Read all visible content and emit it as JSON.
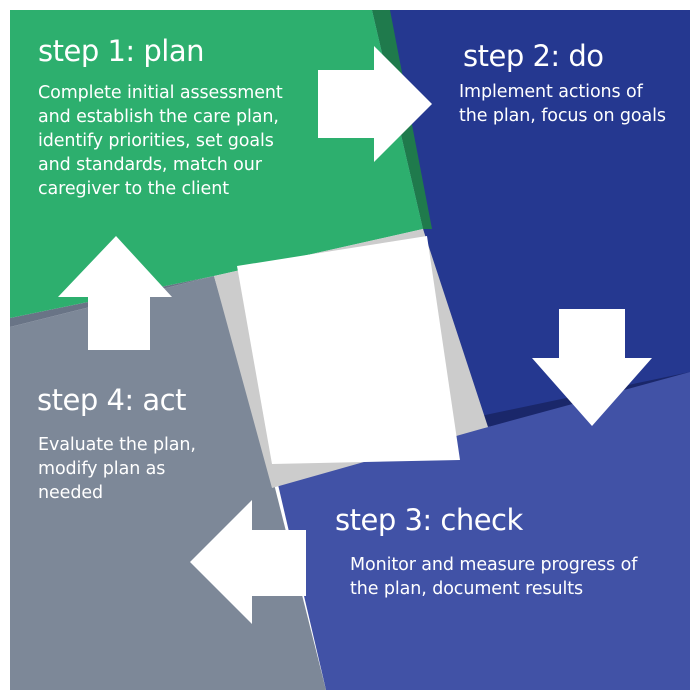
{
  "colors": {
    "plan": "#2daf6e",
    "plan_shadow": "#1f7a4c",
    "do": "#253890",
    "do_shadow": "#1a276a",
    "check": "#4152a6",
    "act": "#7d8898",
    "act_shadow": "#697486",
    "frame": "#cccccc",
    "center": "#ffffff",
    "arrow": "#ffffff"
  },
  "steps": {
    "plan": {
      "title": "step 1: plan",
      "lines": [
        "Complete initial assessment",
        "and establish the care plan,",
        "identify priorities, set goals",
        "and standards, match our",
        "caregiver to the client"
      ]
    },
    "do": {
      "title": "step 2: do",
      "lines": [
        "Implement actions of",
        "the plan, focus on goals"
      ]
    },
    "check": {
      "title": "step 3: check",
      "lines": [
        "Monitor and measure progress of",
        "the plan, document results"
      ]
    },
    "act": {
      "title": "step 4: act",
      "lines": [
        "Evaluate the plan,",
        "modify plan as",
        "needed"
      ]
    }
  },
  "arrows": [
    {
      "name": "arrow-right-icon",
      "direction": "right"
    },
    {
      "name": "arrow-down-icon",
      "direction": "down"
    },
    {
      "name": "arrow-left-icon",
      "direction": "left"
    },
    {
      "name": "arrow-up-icon",
      "direction": "up"
    }
  ]
}
